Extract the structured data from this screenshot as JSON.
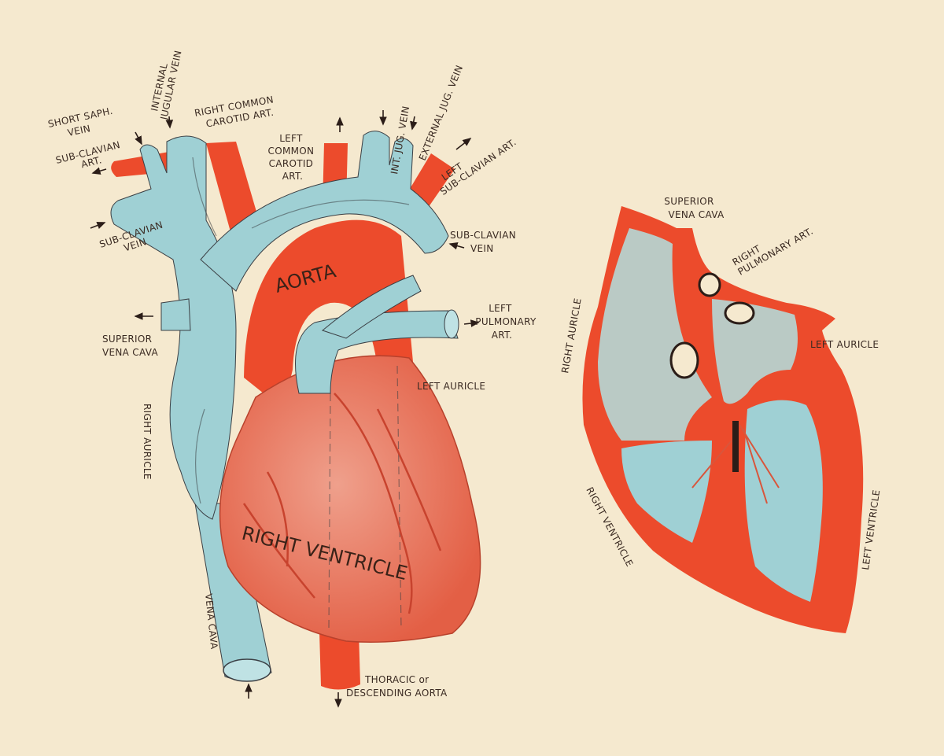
{
  "colors": {
    "background": "#f5e9cf",
    "artery": "#ec4b2c",
    "vein": "#9fd0d4",
    "heart": "#e9735b",
    "ink": "#3a2a22"
  },
  "external_view": {
    "labels": {
      "short_saph_vein": [
        "SHORT SAPH.",
        "VEIN"
      ],
      "internal_jugular_vein": [
        "INTERNAL",
        "JUGULAR VEIN"
      ],
      "right_common_carotid": [
        "RIGHT COMMON",
        "CAROTID ART."
      ],
      "left_common_carotid": [
        "LEFT",
        "COMMON",
        "CAROTID",
        "ART."
      ],
      "int_jug_vein": "INT. JUG. VEIN",
      "external_jug_vein": "EXTERNAL JUG. VEIN",
      "left_subclavian_art": [
        "LEFT",
        "SUB-CLAVIAN ART."
      ],
      "subclavian_art": [
        "SUB-CLAVIAN",
        "ART."
      ],
      "subclavian_vein_right": [
        "SUB-CLAVIAN",
        "VEIN"
      ],
      "subclavian_vein_left": [
        "SUB-CLAVIAN",
        "VEIN"
      ],
      "aorta": "AORTA",
      "left_pulmonary_art": [
        "LEFT",
        "PULMONARY",
        "ART."
      ],
      "superior_vena_cava": [
        "SUPERIOR",
        "VENA CAVA"
      ],
      "left_auricle": "LEFT AURICLE",
      "right_auricle": "RIGHT AURICLE",
      "right_ventricle": "RIGHT VENTRICLE",
      "vena_cava": "VENA CAVA",
      "descending_aorta": [
        "THORACIC or",
        "DESCENDING AORTA"
      ]
    }
  },
  "section_view": {
    "labels": {
      "superior_vena_cava": [
        "SUPERIOR",
        "VENA CAVA"
      ],
      "right_pulmonary_art": [
        "RIGHT",
        "PULMONARY ART."
      ],
      "right_auricle": "RIGHT AURICLE",
      "left_auricle": "LEFT AURICLE",
      "right_ventricle": "RIGHT VENTRICLE",
      "left_ventricle": "LEFT VENTRICLE"
    }
  }
}
